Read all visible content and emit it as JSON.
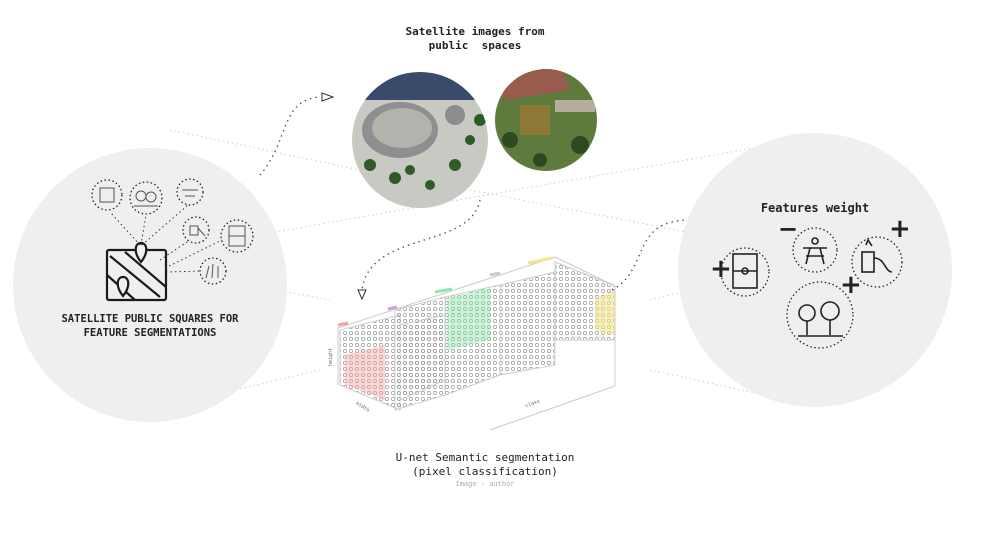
{
  "top_title": "Satellite images from\npublic  spaces",
  "left_circle": {
    "label": "SATELLITE PUBLIC SQUARES FOR\nFEATURE SEGMENTATIONS",
    "icons": [
      "restroom-icon",
      "trees-icon",
      "picnic-table-icon",
      "playground-icon",
      "soccer-field-icon",
      "grass-icon",
      "map-pin-icon"
    ]
  },
  "right_circle": {
    "title": "Features weight",
    "signs": [
      "+",
      "−",
      "+",
      "+"
    ]
  },
  "tensor": {
    "axis_height": "height",
    "axis_width": "width",
    "axis_class": "class",
    "class_colors": [
      "#f7a3a3",
      "#c9a0e8",
      "#8fe6b0",
      "#cccccc",
      "#f3e58a"
    ]
  },
  "caption": {
    "title": "U-net Semantic segmentation\n(pixel classification)",
    "credit": "Image : author"
  },
  "colors": {
    "circle_bg": "#efefef"
  }
}
